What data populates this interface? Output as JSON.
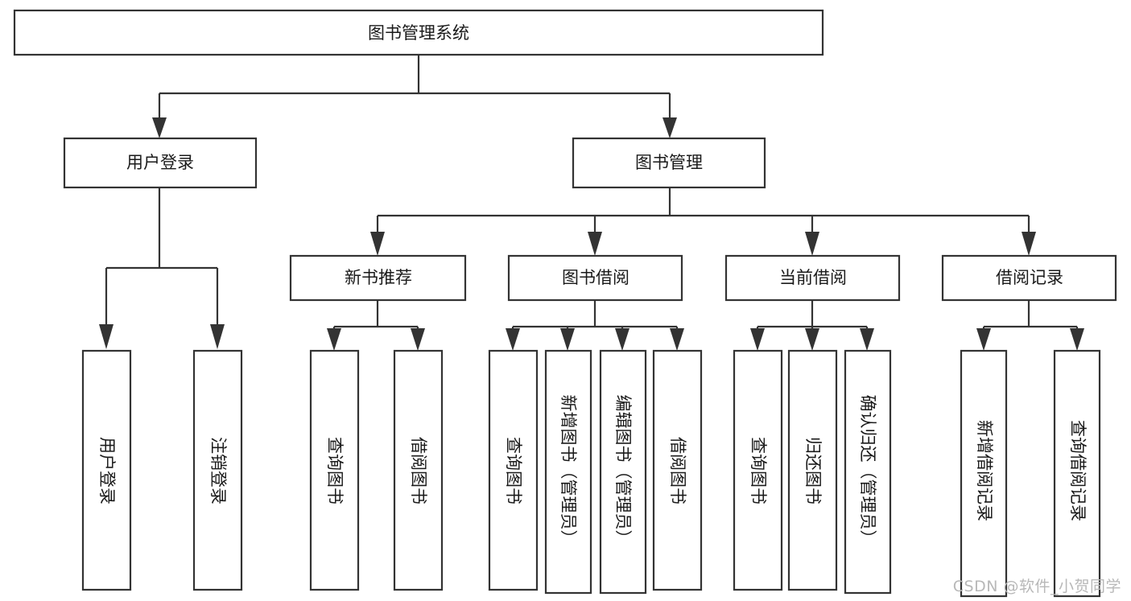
{
  "diagram": {
    "type": "tree",
    "title": "图书管理系统",
    "watermark": "CSDN @软件_小贺同学",
    "colors": {
      "box_stroke": "#333333",
      "box_fill": "#ffffff",
      "text": "#1a1a1a",
      "background": "#ffffff",
      "watermark": "#b8b8b8"
    },
    "levels": {
      "root": "图书管理系统",
      "level2": [
        "用户登录",
        "图书管理"
      ],
      "level3": [
        "新书推荐",
        "图书借阅",
        "当前借阅",
        "借阅记录"
      ]
    },
    "nodes": {
      "root": {
        "label": "图书管理系统",
        "orientation": "horizontal"
      },
      "user_login": {
        "label": "用户登录",
        "orientation": "horizontal"
      },
      "book_manage": {
        "label": "图书管理",
        "orientation": "horizontal"
      },
      "new_book_rec": {
        "label": "新书推荐",
        "orientation": "horizontal"
      },
      "book_borrow": {
        "label": "图书借阅",
        "orientation": "horizontal"
      },
      "current_borrow": {
        "label": "当前借阅",
        "orientation": "horizontal"
      },
      "borrow_record": {
        "label": "借阅记录",
        "orientation": "horizontal"
      },
      "leaf_user_login": {
        "label": "用户登录",
        "orientation": "vertical"
      },
      "leaf_logout": {
        "label": "注销登录",
        "orientation": "vertical"
      },
      "leaf_query_book_1": {
        "label": "查询图书",
        "orientation": "vertical"
      },
      "leaf_borrow_book_1": {
        "label": "借阅图书",
        "orientation": "vertical"
      },
      "leaf_query_book_2": {
        "label": "查询图书",
        "orientation": "vertical"
      },
      "leaf_add_book": {
        "label": "新增图书（管理员）",
        "orientation": "vertical"
      },
      "leaf_edit_book": {
        "label": "编辑图书（管理员）",
        "orientation": "vertical"
      },
      "leaf_borrow_book_2": {
        "label": "借阅图书",
        "orientation": "vertical"
      },
      "leaf_query_book_3": {
        "label": "查询图书",
        "orientation": "vertical"
      },
      "leaf_return_book": {
        "label": "归还图书",
        "orientation": "vertical"
      },
      "leaf_confirm_return": {
        "label": "确认归还（管理员）",
        "orientation": "vertical"
      },
      "leaf_add_record": {
        "label": "新增借阅记录",
        "orientation": "vertical"
      },
      "leaf_query_record": {
        "label": "查询借阅记录",
        "orientation": "vertical"
      }
    },
    "edges": [
      {
        "from": "图书管理系统",
        "to": "用户登录"
      },
      {
        "from": "图书管理系统",
        "to": "图书管理"
      },
      {
        "from": "用户登录",
        "to": "用户登录"
      },
      {
        "from": "用户登录",
        "to": "注销登录"
      },
      {
        "from": "图书管理",
        "to": "新书推荐"
      },
      {
        "from": "图书管理",
        "to": "图书借阅"
      },
      {
        "from": "图书管理",
        "to": "当前借阅"
      },
      {
        "from": "图书管理",
        "to": "借阅记录"
      },
      {
        "from": "新书推荐",
        "to": "查询图书"
      },
      {
        "from": "新书推荐",
        "to": "借阅图书"
      },
      {
        "from": "图书借阅",
        "to": "查询图书"
      },
      {
        "from": "图书借阅",
        "to": "新增图书（管理员）"
      },
      {
        "from": "图书借阅",
        "to": "编辑图书（管理员）"
      },
      {
        "from": "图书借阅",
        "to": "借阅图书"
      },
      {
        "from": "当前借阅",
        "to": "查询图书"
      },
      {
        "from": "当前借阅",
        "to": "归还图书"
      },
      {
        "from": "当前借阅",
        "to": "确认归还（管理员）"
      },
      {
        "from": "借阅记录",
        "to": "新增借阅记录"
      },
      {
        "from": "借阅记录",
        "to": "查询借阅记录"
      }
    ]
  }
}
